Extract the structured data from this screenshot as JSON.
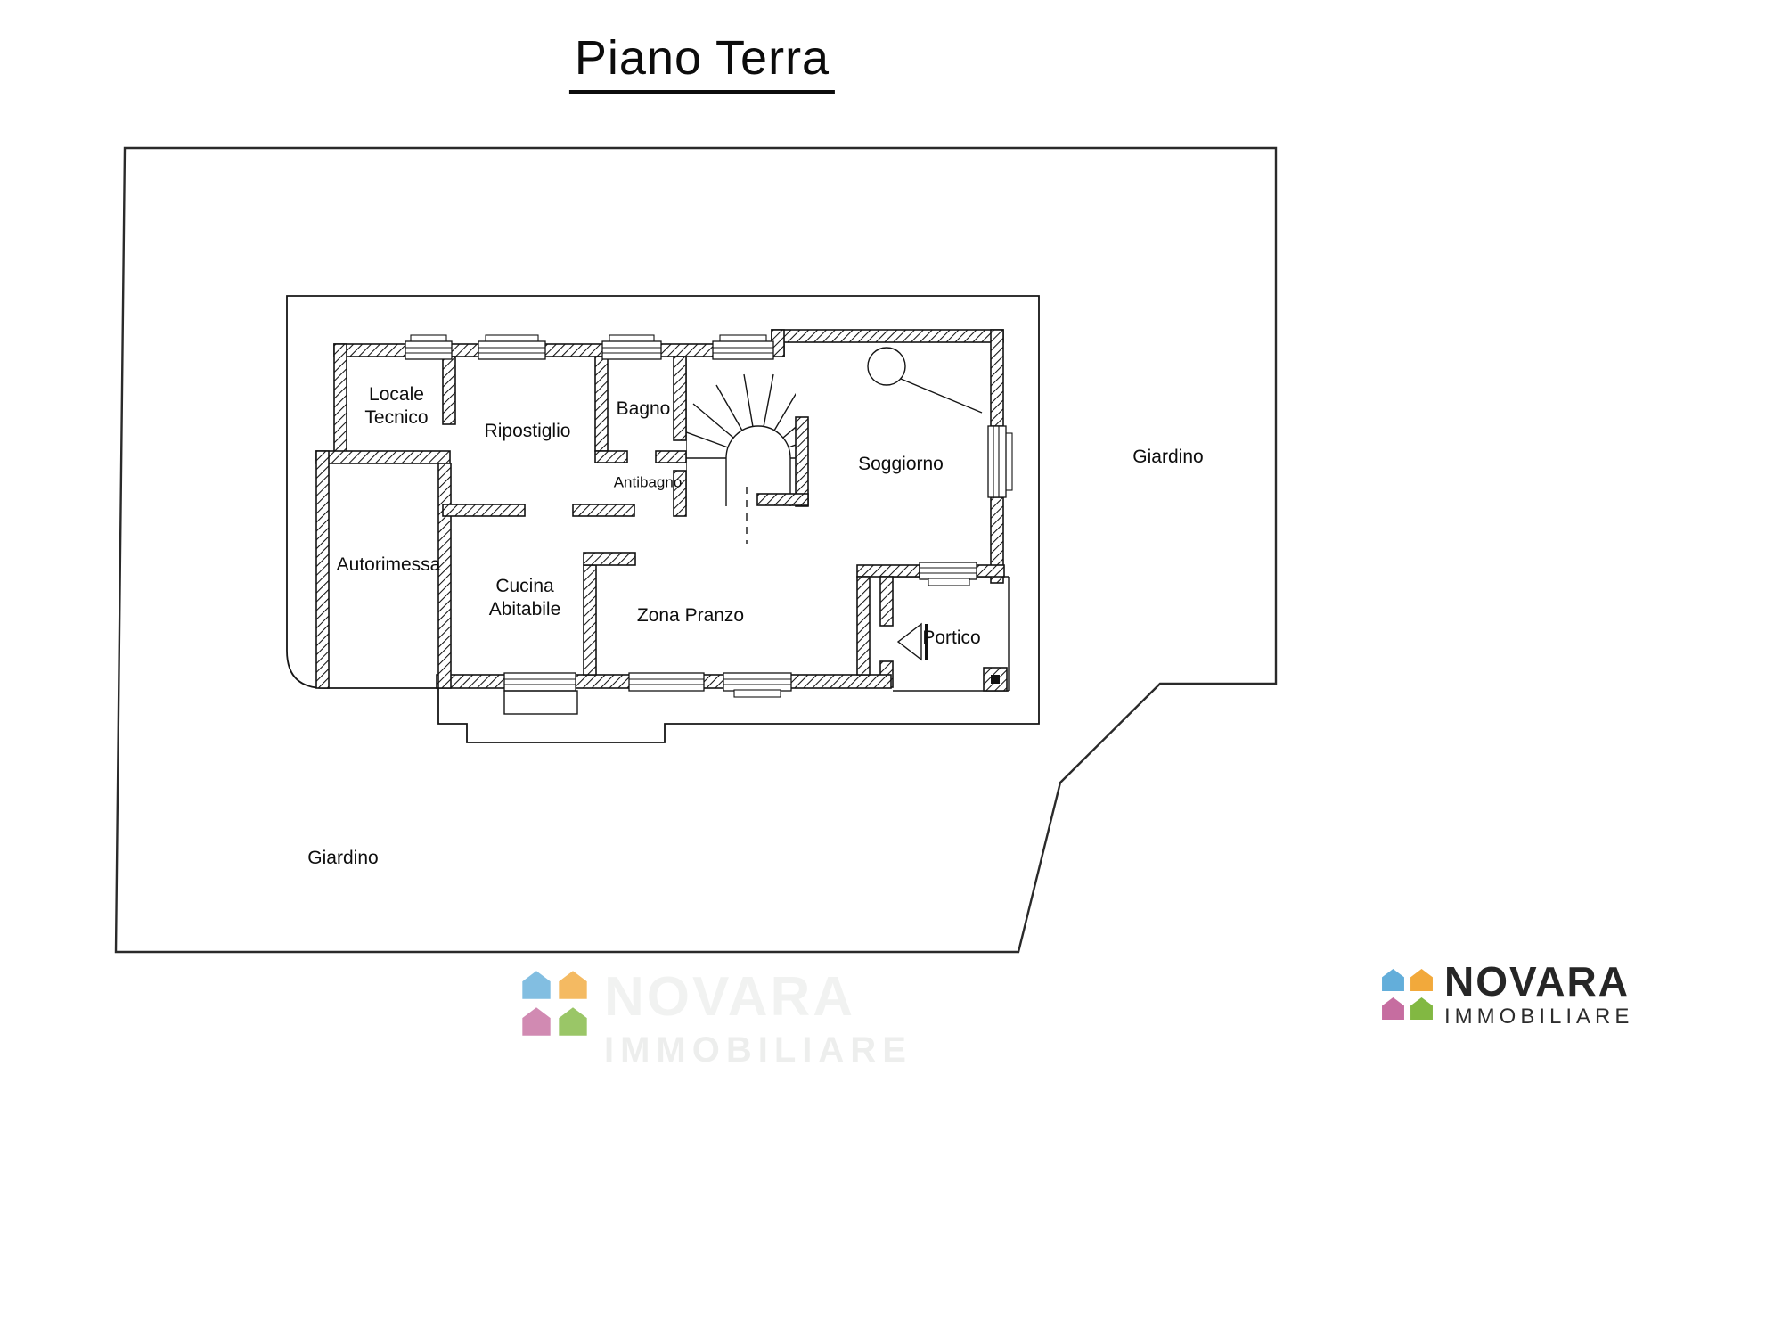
{
  "title": "Piano Terra",
  "rooms": [
    {
      "id": "locale-tecnico",
      "label": "Locale\nTecnico"
    },
    {
      "id": "ripostiglio",
      "label": "Ripostiglio"
    },
    {
      "id": "bagno",
      "label": "Bagno"
    },
    {
      "id": "antibagno",
      "label": "Antibagno"
    },
    {
      "id": "soggiorno",
      "label": "Soggiorno"
    },
    {
      "id": "autorimessa",
      "label": "Autorimessa"
    },
    {
      "id": "cucina-abitabile",
      "label": "Cucina\nAbitabile"
    },
    {
      "id": "zona-pranzo",
      "label": "Zona Pranzo"
    },
    {
      "id": "portico",
      "label": "Portico"
    },
    {
      "id": "giardino-right",
      "label": "Giardino"
    },
    {
      "id": "giardino-bottom",
      "label": "Giardino"
    }
  ],
  "logo": {
    "title": "NOVARA",
    "subtitle": "IMMOBILIARE",
    "colors": {
      "top_left": "#63aeda",
      "top_right": "#f2a93b",
      "bottom_left": "#c66da0",
      "bottom_right": "#82b842"
    }
  },
  "watermark": {
    "title": "NOVARA",
    "subtitle": "IMMOBILIARE"
  }
}
